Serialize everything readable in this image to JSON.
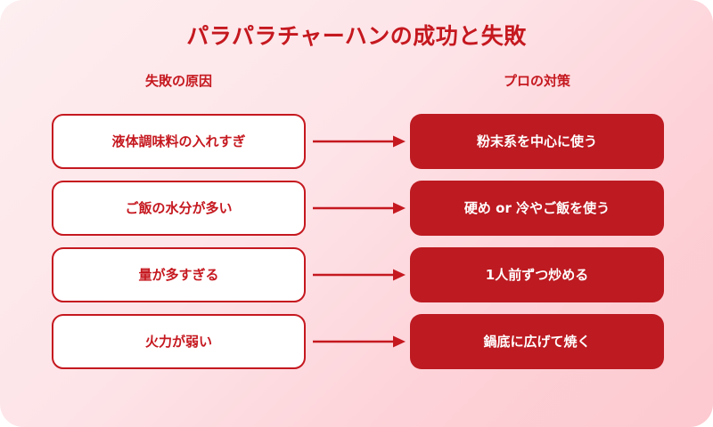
{
  "title": "パラパラチャーハンの成功と失敗",
  "colors": {
    "accent_red": "#c5181f",
    "solution_fill": "#bd1a21",
    "box_fill": "#ffffff",
    "bg_light": "#fdeef0",
    "bg_deep": "#fcc9cf"
  },
  "columns": {
    "left_header": "失敗の原因",
    "right_header": "プロの対策"
  },
  "rows": [
    {
      "cause": "液体調味料の入れすぎ",
      "connector": "arrow-right-icon",
      "solution": "粉末系を中心に使う"
    },
    {
      "cause": "ご飯の水分が多い",
      "connector": "arrow-right-icon",
      "solution": "硬め or 冷やご飯を使う"
    },
    {
      "cause": "量が多すぎる",
      "connector": "arrow-right-icon",
      "solution": "1人前ずつ炒める"
    },
    {
      "cause": "火力が弱い",
      "connector": "arrow-right-icon",
      "solution": "鍋底に広げて焼く"
    }
  ]
}
